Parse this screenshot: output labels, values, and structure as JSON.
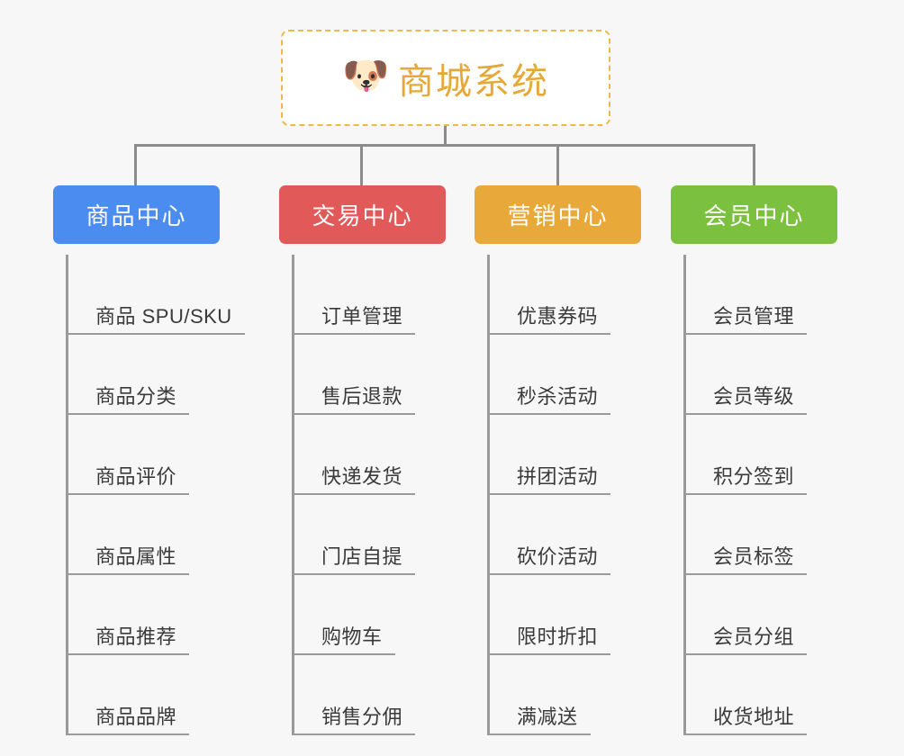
{
  "page": {
    "background_color": "#f7f7f7",
    "type": "org-chart"
  },
  "root": {
    "icon": "shiba-dog-face-emoji",
    "emoji": "🐶",
    "title": "商城系统",
    "title_color": "#e6a839",
    "border_color": "#eeb94a",
    "background_color": "#ffffff"
  },
  "connector": {
    "color": "#8c8c8c"
  },
  "columns": [
    {
      "key": "product-center",
      "label": "商品中心",
      "color": "#4a8cf0",
      "items": [
        {
          "label": "商品 SPU/SKU"
        },
        {
          "label": "商品分类"
        },
        {
          "label": "商品评价"
        },
        {
          "label": "商品属性"
        },
        {
          "label": "商品推荐"
        },
        {
          "label": "商品品牌"
        }
      ]
    },
    {
      "key": "trade-center",
      "label": "交易中心",
      "color": "#e2595a",
      "items": [
        {
          "label": "订单管理"
        },
        {
          "label": "售后退款"
        },
        {
          "label": "快递发货"
        },
        {
          "label": "门店自提"
        },
        {
          "label": "购物车"
        },
        {
          "label": "销售分佣"
        }
      ]
    },
    {
      "key": "marketing-center",
      "label": "营销中心",
      "color": "#e8a93a",
      "items": [
        {
          "label": "优惠券码"
        },
        {
          "label": "秒杀活动"
        },
        {
          "label": "拼团活动"
        },
        {
          "label": "砍价活动"
        },
        {
          "label": "限时折扣"
        },
        {
          "label": "满减送"
        }
      ]
    },
    {
      "key": "member-center",
      "label": "会员中心",
      "color": "#7cc03f",
      "items": [
        {
          "label": "会员管理"
        },
        {
          "label": "会员等级"
        },
        {
          "label": "积分签到"
        },
        {
          "label": "会员标签"
        },
        {
          "label": "会员分组"
        },
        {
          "label": "收货地址"
        }
      ]
    }
  ]
}
